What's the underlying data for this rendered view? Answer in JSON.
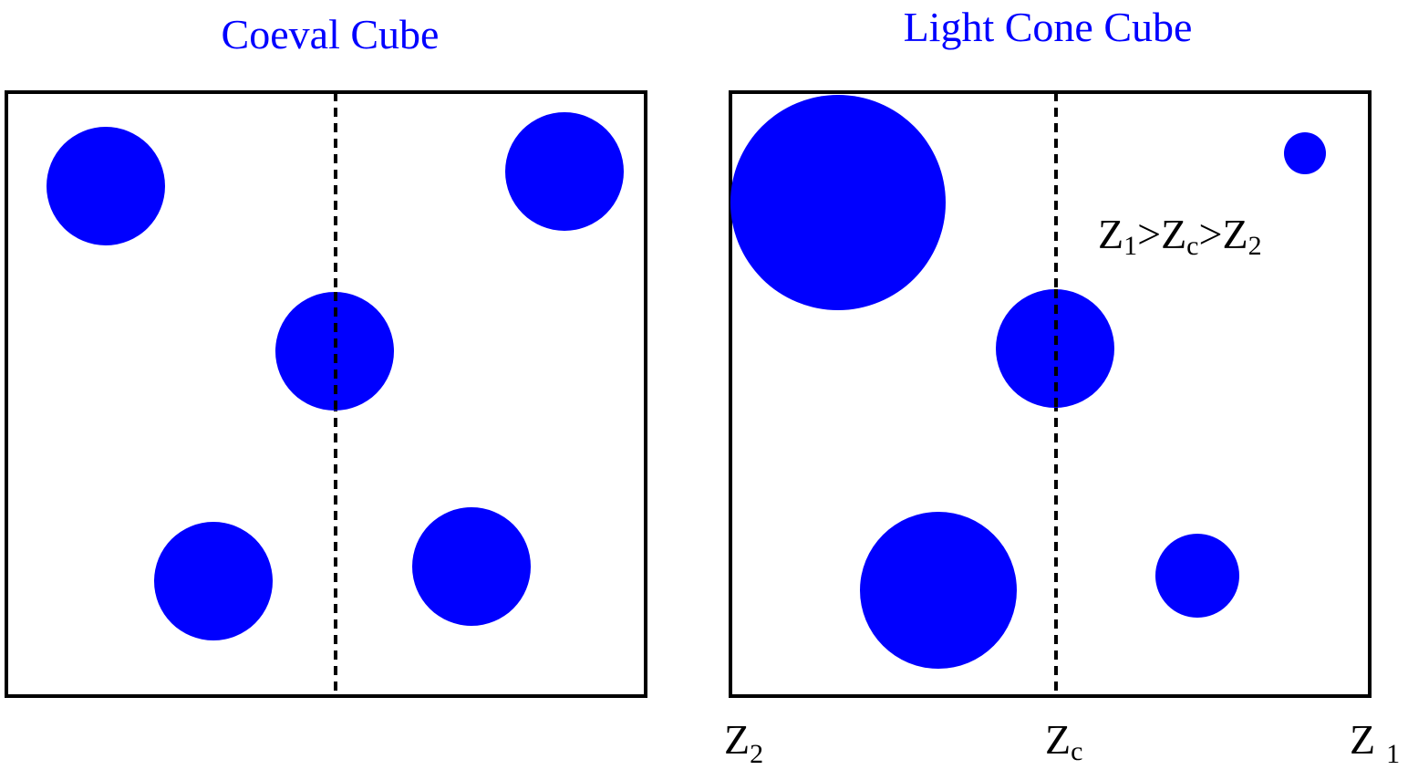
{
  "colors": {
    "bubble": "#0000ff",
    "title": "#0000ff",
    "frame": "#000000",
    "background": "#ffffff"
  },
  "coeval_panel": {
    "title": "Coeval Cube"
  },
  "lightcone_panel": {
    "title": "Light Cone Cube",
    "relation": {
      "z1_base": "Z",
      "z1_sub": "1",
      "gt1": ">",
      "zc_base": "Z",
      "zc_sub": "c",
      "gt2": ">",
      "z2_base": "Z",
      "z2_sub": "2"
    },
    "axis_labels": {
      "left_base": "Z",
      "left_sub": "2",
      "center_base": "Z",
      "center_sub": "c",
      "right_base": "Z",
      "right_sub": "1"
    }
  }
}
